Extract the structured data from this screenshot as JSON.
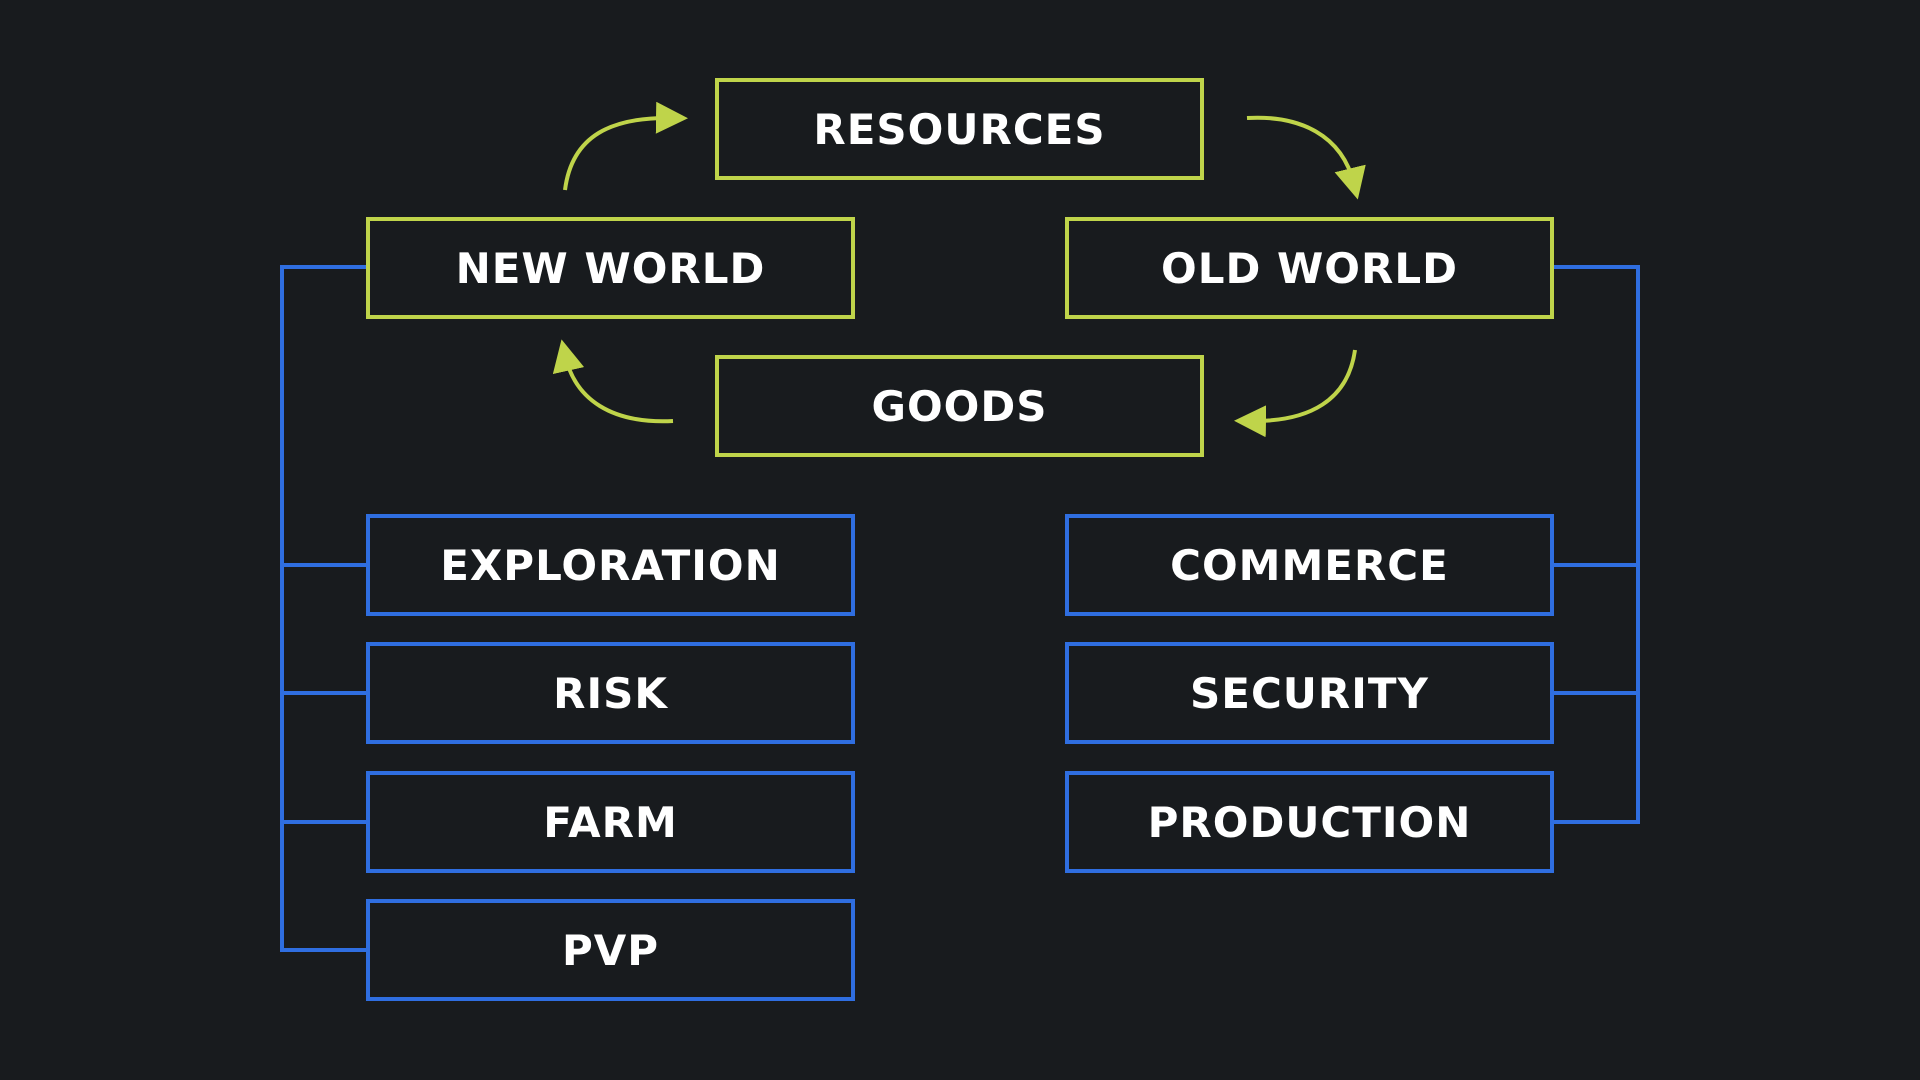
{
  "colors": {
    "background": "#181b1e",
    "cycle_accent": "#bfd44a",
    "branch_accent": "#2f6ee0",
    "text": "#ffffff"
  },
  "cycle": {
    "resources": "RESOURCES",
    "new_world": "NEW WORLD",
    "old_world": "OLD WORLD",
    "goods": "GOODS"
  },
  "new_world_branch": [
    "EXPLORATION",
    "RISK",
    "FARM",
    "PVP"
  ],
  "old_world_branch": [
    "COMMERCE",
    "SECURITY",
    "PRODUCTION"
  ]
}
